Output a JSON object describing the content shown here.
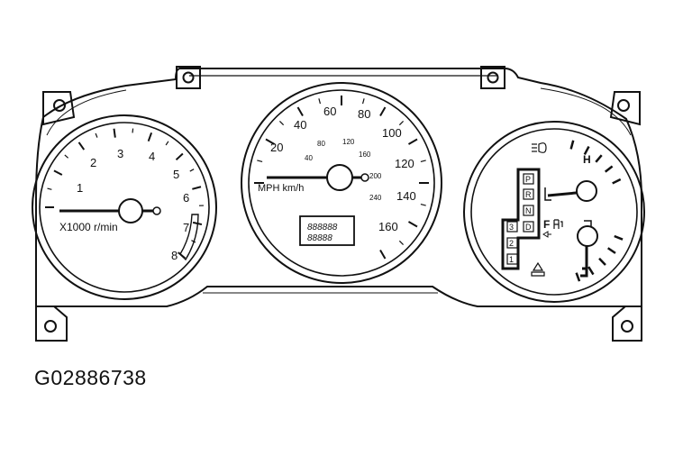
{
  "figure_id": "G02886738",
  "tachometer": {
    "ticks": [
      "1",
      "2",
      "3",
      "4",
      "5",
      "6",
      "7",
      "8"
    ],
    "unit_label": "X1000 r/min",
    "needle_value": 0
  },
  "speedometer": {
    "mph_ticks": [
      "20",
      "40",
      "60",
      "80",
      "100",
      "120",
      "140",
      "160"
    ],
    "kmh_ticks": [
      "40",
      "80",
      "120",
      "160",
      "200",
      "240"
    ],
    "unit_label": "MPH km/h",
    "odometer_line1": "888888",
    "odometer_line2": "88888"
  },
  "right_gauge": {
    "temp_label": "H",
    "fuel_label": "F",
    "gear_letters": [
      "P",
      "R",
      "N",
      "D"
    ],
    "gear_numbers": [
      "3",
      "2",
      "1"
    ]
  }
}
